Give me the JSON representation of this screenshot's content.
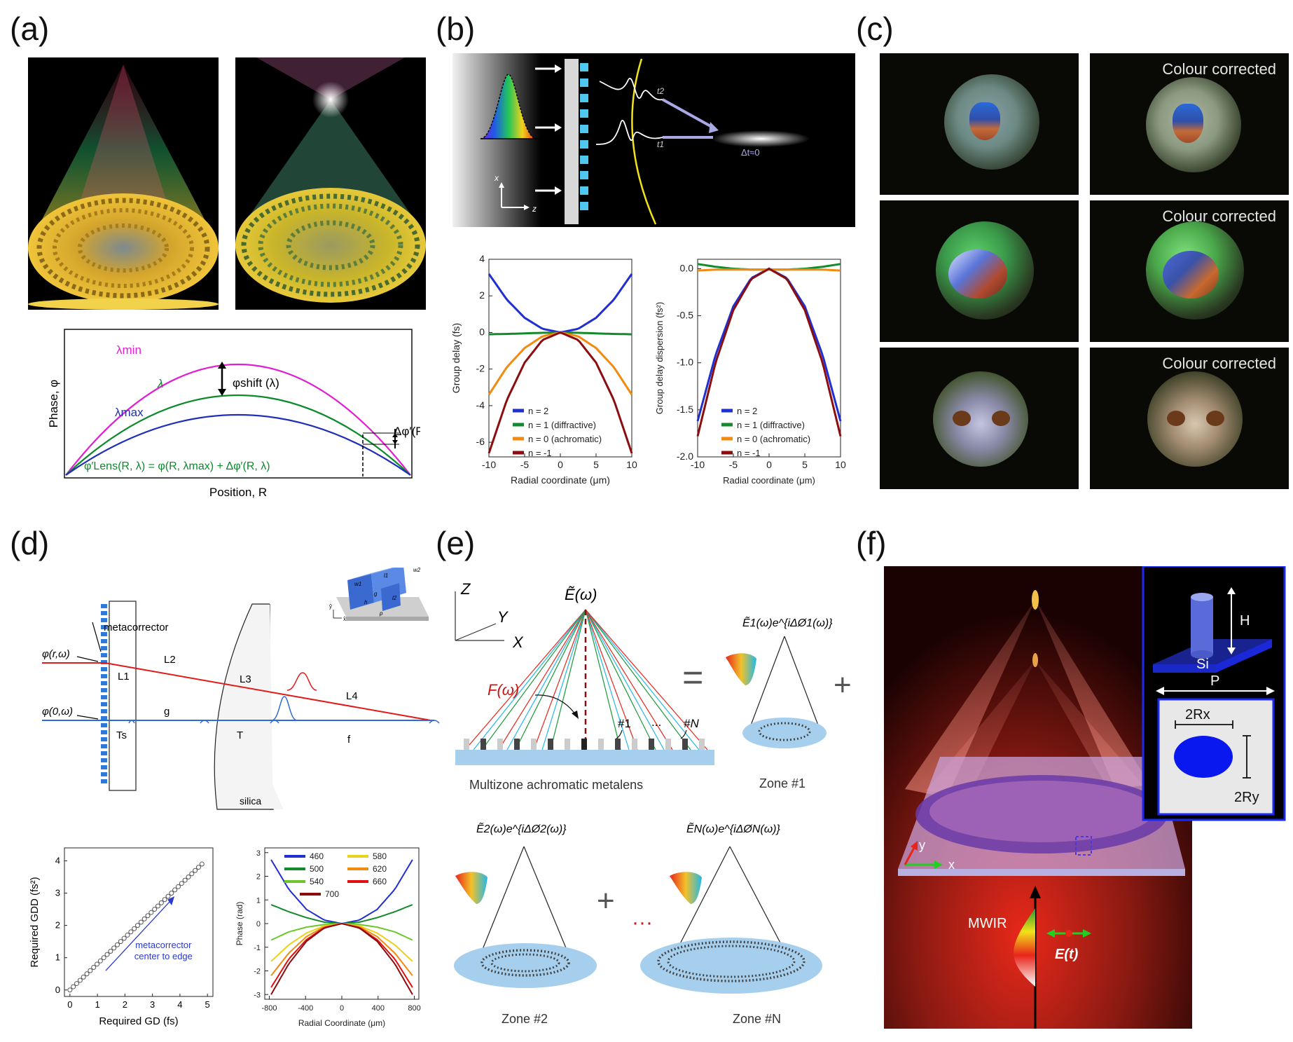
{
  "panels": {
    "a": {
      "label": "(a)"
    },
    "b": {
      "label": "(b)"
    },
    "c": {
      "label": "(c)"
    },
    "d": {
      "label": "(d)"
    },
    "e": {
      "label": "(e)"
    },
    "f": {
      "label": "(f)"
    }
  },
  "a_plot": {
    "ylabel": "Phase, φ",
    "xlabel": "Position, R",
    "lambda_min": "λmin",
    "lambda": "λ",
    "lambda_max": "λmax",
    "phi_shift": "φshift (λ)",
    "delta_phi": "Δφ′(R, λ)",
    "equation": "φ′Lens(R, λ) = φ(R, λmax) + Δφ′(R, λ)"
  },
  "b_schematic": {
    "x": "x",
    "z": "z",
    "t1": "t1",
    "t2": "t2",
    "dt": "Δt≈0"
  },
  "c_images": {
    "corrected": "Colour corrected"
  },
  "d_schematic": {
    "metacorrector": "metacorrector",
    "phi_r": "φ(r,ω)",
    "phi_0": "φ(0,ω)",
    "L1": "L1",
    "L2": "L2",
    "L3": "L3",
    "L4": "L4",
    "g": "g",
    "Ts": "Ts",
    "T": "T",
    "f": "f",
    "silica": "silica",
    "inset": {
      "w1": "w1",
      "w2": "w2",
      "l1": "l1",
      "l2": "l2",
      "g": "g",
      "h": "h",
      "p": "p",
      "y": "ŷ",
      "x": "x̂"
    }
  },
  "e_schematic": {
    "E_omega": "Ẽ(ω)",
    "E1": "Ẽ1(ω)e^{iΔØ1(ω)}",
    "E2": "Ẽ2(ω)e^{iΔØ2(ω)}",
    "EN": "ẼN(ω)e^{iΔØN(ω)}",
    "F_omega": "F(ω)",
    "zone1_marker": "#1",
    "dots": "...",
    "zoneN_marker": "#N",
    "metalens_caption": "Multizone achromatic metalens",
    "zone1": "Zone #1",
    "zone2": "Zone #2",
    "zoneN": "Zone #N",
    "axis_z": "Z",
    "axis_y": "Y",
    "axis_x": "X",
    "equals": "=",
    "plus": "+",
    "ellipsis": "···"
  },
  "f_schematic": {
    "H": "H",
    "Si": "Si",
    "P": "P",
    "Rx": "2Rx",
    "Ry": "2Ry",
    "MWIR": "MWIR",
    "E": "E(t)",
    "x": "x",
    "y": "y"
  },
  "chart_data": [
    {
      "id": "b_group_delay",
      "type": "line",
      "title": "",
      "xlabel": "Radial coordinate (μm)",
      "ylabel": "Group delay (fs)",
      "xlim": [
        -10,
        10
      ],
      "ylim": [
        -6.8,
        4
      ],
      "xticks": [
        "-10",
        "-5",
        "0",
        "5",
        "10"
      ],
      "yticks": [
        "4",
        "2",
        "0",
        "-2",
        "-4",
        "-6"
      ],
      "x": [
        -10,
        -7.5,
        -5,
        -2.5,
        0,
        2.5,
        5,
        7.5,
        10
      ],
      "series": [
        {
          "name": "n = 2",
          "color": "#1f2fd0",
          "values": [
            3.2,
            1.8,
            0.8,
            0.2,
            0,
            0.2,
            0.8,
            1.8,
            3.2
          ]
        },
        {
          "name": "n = 1 (diffractive)",
          "color": "#138a2c",
          "values": [
            -0.1,
            -0.08,
            -0.05,
            -0.02,
            0,
            -0.02,
            -0.05,
            -0.08,
            -0.1
          ]
        },
        {
          "name": "n = 0 (achromatic)",
          "color": "#f28a10",
          "values": [
            -3.4,
            -1.9,
            -0.85,
            -0.21,
            0,
            -0.21,
            -0.85,
            -1.9,
            -3.4
          ]
        },
        {
          "name": "n = -1",
          "color": "#8b0d10",
          "values": [
            -6.6,
            -3.7,
            -1.65,
            -0.41,
            0,
            -0.41,
            -1.65,
            -3.7,
            -6.6
          ]
        }
      ]
    },
    {
      "id": "b_gdd",
      "type": "line",
      "title": "",
      "xlabel": "Radial coordinate (μm)",
      "ylabel": "Group delay dispersion (fs²)",
      "xlim": [
        -10,
        10
      ],
      "ylim": [
        -2.0,
        0.1
      ],
      "xticks": [
        "-10",
        "-5",
        "0",
        "5",
        "10"
      ],
      "yticks": [
        "0.0",
        "-0.5",
        "-1.0",
        "-1.5",
        "-2.0"
      ],
      "x": [
        -10,
        -7.5,
        -5,
        -2.5,
        0,
        2.5,
        5,
        7.5,
        10
      ],
      "series": [
        {
          "name": "n = 2",
          "color": "#1f2fd0",
          "values": [
            -1.62,
            -0.92,
            -0.4,
            -0.1,
            0,
            -0.1,
            -0.4,
            -0.92,
            -1.62
          ]
        },
        {
          "name": "n = 1 (diffractive)",
          "color": "#138a2c",
          "values": [
            0.05,
            0.02,
            0.0,
            -0.01,
            -0.01,
            -0.01,
            0.0,
            0.02,
            0.05
          ]
        },
        {
          "name": "n = 0 (achromatic)",
          "color": "#f28a10",
          "values": [
            -0.02,
            -0.01,
            -0.01,
            -0.01,
            -0.01,
            -0.01,
            -0.01,
            -0.01,
            -0.02
          ]
        },
        {
          "name": "n = -1",
          "color": "#8b0d10",
          "values": [
            -1.78,
            -1.0,
            -0.44,
            -0.11,
            0,
            -0.11,
            -0.44,
            -1.0,
            -1.78
          ]
        }
      ]
    },
    {
      "id": "d_gdd_vs_gd",
      "type": "scatter",
      "title": "",
      "xlabel": "Required GD (fs)",
      "ylabel": "Required GDD (fs²)",
      "xlim": [
        -0.2,
        5.2
      ],
      "ylim": [
        -0.2,
        4.4
      ],
      "xticks": [
        "0",
        "1",
        "2",
        "3",
        "4",
        "5"
      ],
      "yticks": [
        "0",
        "1",
        "2",
        "3",
        "4"
      ],
      "annotation": "metacorrector center to edge",
      "points": {
        "x_start": 0,
        "x_end": 4.8,
        "y_start": 0,
        "y_end": 3.9,
        "count": 40
      }
    },
    {
      "id": "d_phase",
      "type": "line",
      "title": "",
      "xlabel": "Radial Coordinate (μm)",
      "ylabel": "Phase (rad)",
      "xlim": [
        -850,
        850
      ],
      "ylim": [
        -3.2,
        3.2
      ],
      "xticks": [
        "-800",
        "-400",
        "0",
        "400",
        "800"
      ],
      "yticks": [
        "3",
        "2",
        "1",
        "0",
        "-1",
        "-2",
        "-3"
      ],
      "x": [
        -780,
        -585,
        -390,
        -195,
        0,
        195,
        390,
        585,
        780
      ],
      "series": [
        {
          "name": "460",
          "color": "#1f2fd0",
          "values": [
            2.7,
            1.45,
            0.6,
            0.15,
            0,
            0.15,
            0.6,
            1.45,
            2.7
          ]
        },
        {
          "name": "500",
          "color": "#138a2c",
          "values": [
            0.8,
            0.5,
            0.25,
            0.06,
            0,
            0.06,
            0.25,
            0.5,
            0.8
          ]
        },
        {
          "name": "540",
          "color": "#6dc72c",
          "values": [
            -0.7,
            -0.35,
            -0.15,
            -0.04,
            0,
            -0.04,
            -0.15,
            -0.35,
            -0.7
          ]
        },
        {
          "name": "580",
          "color": "#e8d21a",
          "values": [
            -1.6,
            -0.9,
            -0.4,
            -0.1,
            0,
            -0.1,
            -0.4,
            -0.9,
            -1.6
          ]
        },
        {
          "name": "620",
          "color": "#f28a10",
          "values": [
            -2.2,
            -1.25,
            -0.55,
            -0.14,
            0,
            -0.14,
            -0.55,
            -1.25,
            -2.2
          ]
        },
        {
          "name": "660",
          "color": "#e01010",
          "values": [
            -2.7,
            -1.5,
            -0.68,
            -0.17,
            0,
            -0.17,
            -0.68,
            -1.5,
            -2.7
          ]
        },
        {
          "name": "700",
          "color": "#8b0d10",
          "values": [
            -3.0,
            -1.7,
            -0.75,
            -0.19,
            0,
            -0.19,
            -0.75,
            -1.7,
            -3.0
          ]
        }
      ]
    }
  ]
}
